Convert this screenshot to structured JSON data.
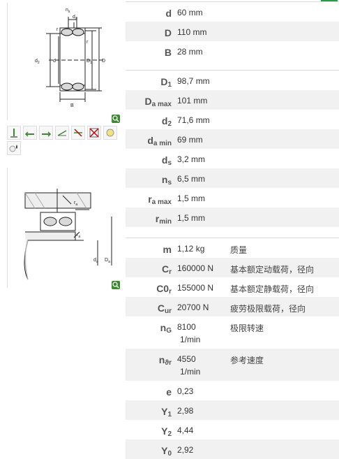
{
  "colors": {
    "accent_green": "#3a8a2e",
    "row_alt": "#f1f1f1",
    "border": "#dddddd"
  },
  "drawing1": {
    "icon": "bearing-cross-section-drawing",
    "labels": {
      "ns": "n",
      "ns_sub": "s",
      "ds": "d",
      "ds_sub": "s",
      "r_top": "r",
      "r_right": "r",
      "d2": "d",
      "d2_sub": "2",
      "d": "d",
      "D1": "D",
      "D1_sub": "1",
      "D": "D",
      "B": "B"
    }
  },
  "drawing2": {
    "icon": "mounting-dimensions-drawing",
    "labels": {
      "ra_top": "r",
      "ra_top_sub": "a",
      "ra_bottom": "r",
      "ra_bottom_sub": "a",
      "da": "d",
      "da_sub": "a",
      "Da": "D",
      "Da_sub": "a"
    }
  },
  "symbols": [
    "axial-load-icon",
    "radial-load-left-icon",
    "radial-load-right-icon",
    "angular-misalignment-icon",
    "no-axial-displacement-icon",
    "not-permitted-icon",
    "sealed-icon",
    "lubrication-icon"
  ],
  "group1": [
    {
      "label": "d",
      "sub": "",
      "value": "60 mm"
    },
    {
      "label": "D",
      "sub": "",
      "value": "110 mm"
    },
    {
      "label": "B",
      "sub": "",
      "value": "28 mm"
    }
  ],
  "group2": [
    {
      "label": "D",
      "sub": "1",
      "value": "98,7 mm"
    },
    {
      "label": "D",
      "sub": "a max",
      "value": "101 mm"
    },
    {
      "label": "d",
      "sub": "2",
      "value": "71,6 mm"
    },
    {
      "label": "d",
      "sub": "a min",
      "value": "69 mm"
    },
    {
      "label": "d",
      "sub": "s",
      "value": "3,2 mm"
    },
    {
      "label": "n",
      "sub": "s",
      "value": "6,5 mm"
    },
    {
      "label": "r",
      "sub": "a max",
      "value": "1,5 mm"
    },
    {
      "label": "r",
      "sub": "min",
      "value": "1,5 mm"
    }
  ],
  "group3": [
    {
      "label": "m",
      "sub": "",
      "value": "1,12 kg",
      "desc": "质量"
    },
    {
      "label": "C",
      "sub": "r",
      "value": "160000 N",
      "desc": "基本额定动载荷，径向"
    },
    {
      "label": "C0",
      "sub": "r",
      "value": "155000 N",
      "desc": "基本额定静载荷，径向"
    },
    {
      "label": "C",
      "sub": "ur",
      "value": "20700 N",
      "desc": "疲劳极限载荷，径向"
    },
    {
      "label": "n",
      "sub": "G",
      "value": "8100",
      "unit2": "1/min",
      "desc": "极限转速"
    },
    {
      "label": "n",
      "sub": "ϑr",
      "value": "4550",
      "unit2": "1/min",
      "desc": "参考速度"
    },
    {
      "label": "e",
      "sub": "",
      "value": "0,23",
      "desc": ""
    },
    {
      "label": "Y",
      "sub": "1",
      "value": "2,98",
      "desc": ""
    },
    {
      "label": "Y",
      "sub": "2",
      "value": "4,44",
      "desc": ""
    },
    {
      "label": "Y",
      "sub": "0",
      "value": "2,92",
      "desc": ""
    }
  ]
}
